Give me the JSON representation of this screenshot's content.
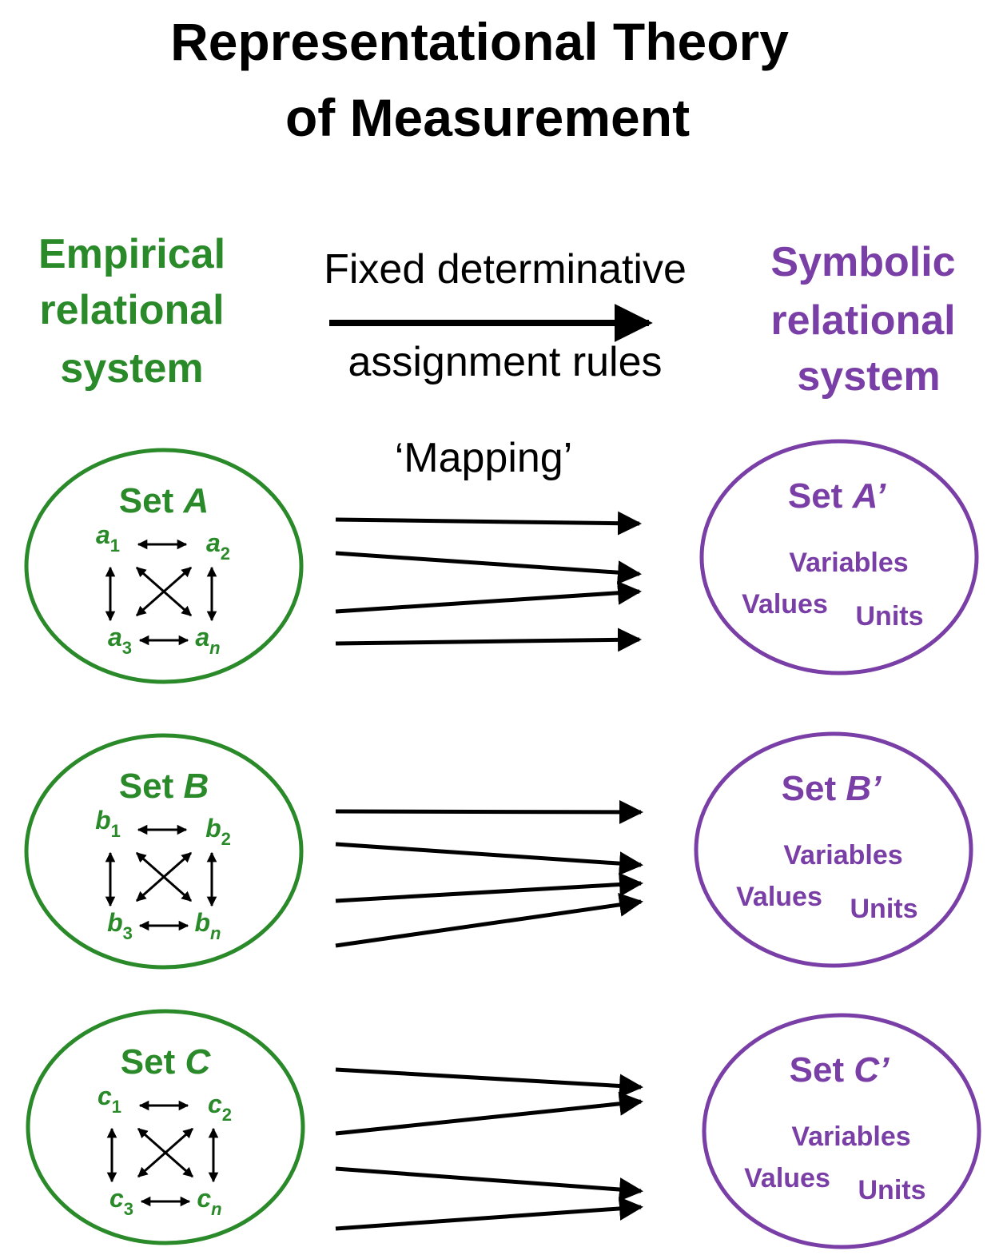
{
  "title": {
    "line1": "Representational Theory",
    "line2": "of Measurement"
  },
  "colors": {
    "empirical": "#2a8a2a",
    "symbolic": "#7a3fa6",
    "arrow": "#000000"
  },
  "empirical_system": {
    "lines": [
      "Empirical",
      "relational",
      "system"
    ]
  },
  "symbolic_system": {
    "lines": [
      "Symbolic",
      "relational",
      "system"
    ]
  },
  "assignment": {
    "line1": "Fixed determinative",
    "line2": "assignment rules",
    "mapping_label": "‘Mapping’"
  },
  "empirical_sets": [
    {
      "prefix": "Set ",
      "letter": "A",
      "elements": [
        {
          "base": "a",
          "sub": "1"
        },
        {
          "base": "a",
          "sub": "2"
        },
        {
          "base": "a",
          "sub": "3"
        },
        {
          "base": "a",
          "sub": "n"
        }
      ]
    },
    {
      "prefix": "Set ",
      "letter": "B",
      "elements": [
        {
          "base": "b",
          "sub": "1"
        },
        {
          "base": "b",
          "sub": "2"
        },
        {
          "base": "b",
          "sub": "3"
        },
        {
          "base": "b",
          "sub": "n"
        }
      ]
    },
    {
      "prefix": "Set ",
      "letter": "C",
      "elements": [
        {
          "base": "c",
          "sub": "1"
        },
        {
          "base": "c",
          "sub": "2"
        },
        {
          "base": "c",
          "sub": "3"
        },
        {
          "base": "c",
          "sub": "n"
        }
      ]
    }
  ],
  "symbolic_sets": [
    {
      "prefix": "Set ",
      "letter": "A’",
      "variables": "Variables",
      "values": "Values",
      "units": "Units"
    },
    {
      "prefix": "Set ",
      "letter": "B’",
      "variables": "Variables",
      "values": "Values",
      "units": "Units"
    },
    {
      "prefix": "Set ",
      "letter": "C’",
      "variables": "Variables",
      "values": "Values",
      "units": "Units"
    }
  ]
}
